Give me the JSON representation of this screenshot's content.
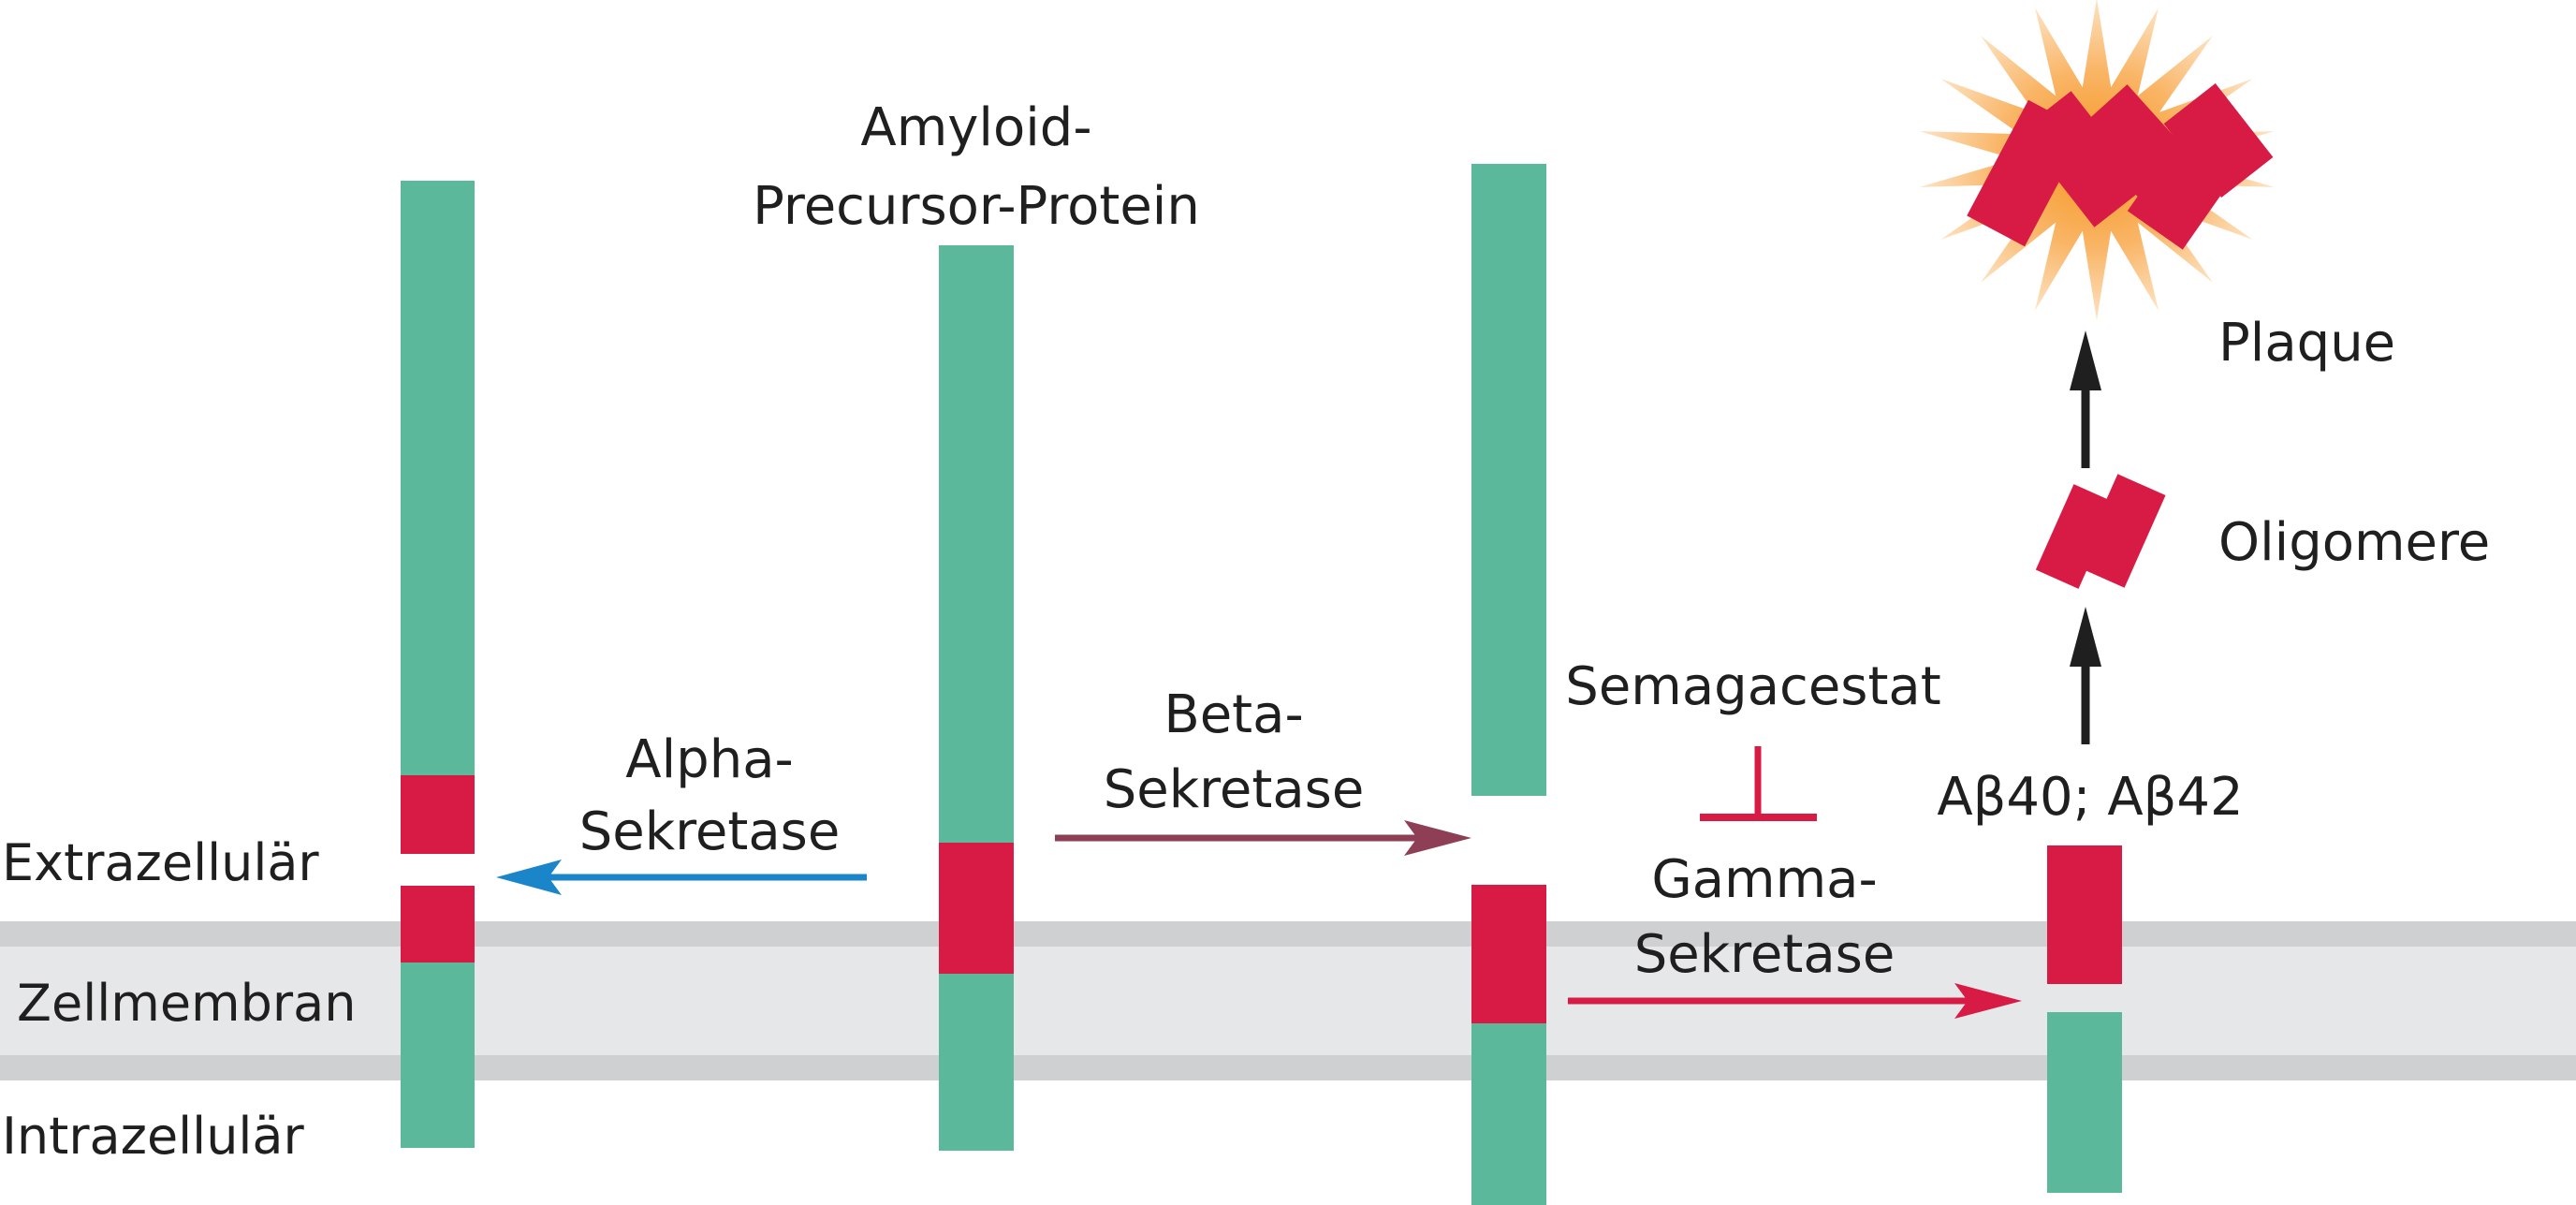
{
  "labels": {
    "app_line1": "Amyloid-",
    "app_line2": "Precursor-Protein",
    "extrazellular": "Extrazellulär",
    "zellmembran": "Zellmembran",
    "intrazellular": "Intrazellulär",
    "alpha_line1": "Alpha-",
    "alpha_line2": "Sekretase",
    "beta_line1": "Beta-",
    "beta_line2": "Sekretase",
    "gamma_line1": "Gamma-",
    "gamma_line2": "Sekretase",
    "semagacestat": "Semagacestat",
    "abeta": "Aβ40; Aβ42",
    "oligomere": "Oligomere",
    "plaque": "Plaque"
  },
  "colors": {
    "protein_segment": "#5cb89a",
    "abeta_segment": "#d81b45",
    "membrane_band": "#e6e7e9",
    "membrane_edge": "#cfd0d2",
    "alpha_arrow": "#1a86c9",
    "beta_arrow": "#8e3f55",
    "gamma_arrow": "#d81b45",
    "inhibitor": "#d81b45",
    "aggregation_arrow": "#1f1f1f",
    "plaque_burst_center": "#f7941d",
    "plaque_burst_edge": "#fde3c3"
  }
}
